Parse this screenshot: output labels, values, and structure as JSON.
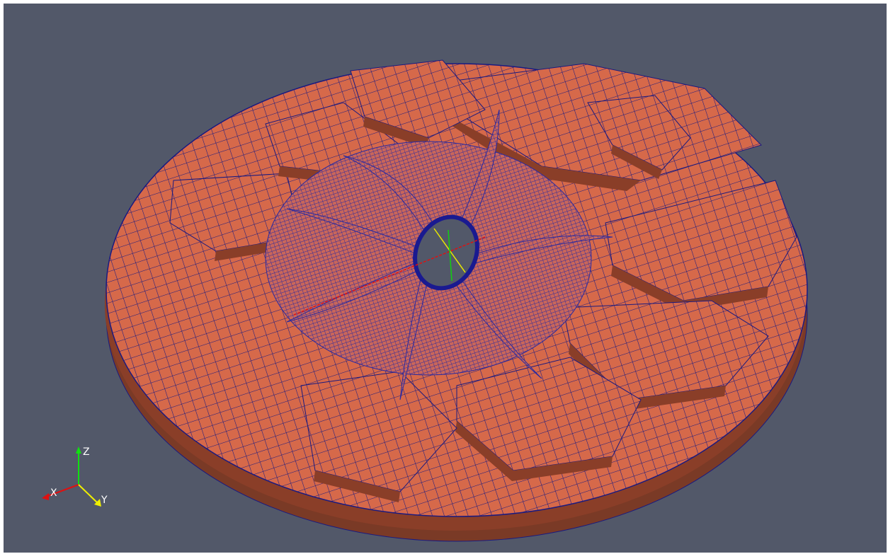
{
  "view": {
    "background": "#525869",
    "mesh_face_color": "#d6694a",
    "mesh_side_color": "#8a3e28",
    "mesh_edge_color": "#1a1a80",
    "fine_mesh_color": "#2a2aa0"
  },
  "orientation_axes": {
    "x_label": "X",
    "y_label": "Y",
    "z_label": "Z",
    "x_color": "#e01010",
    "y_color": "#f0f000",
    "z_color": "#10e010"
  },
  "center_axes": {
    "x_color": "#e01010",
    "y_color": "#e8e800",
    "z_color": "#10d010"
  }
}
